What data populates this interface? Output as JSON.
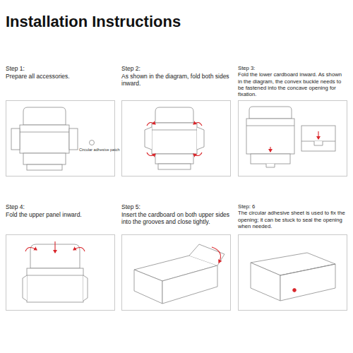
{
  "diagram": {
    "title": "Installation Instructions",
    "nodes": [
      {
        "text": [
          "Step 1:",
          "Prepare all accessories."
        ]
      },
      {
        "text": [
          "Step 2:",
          "As shown in the diagram, fold both sides inward."
        ]
      },
      {
        "text": [
          "Step 3:",
          "Fold the lower cardboard inward. As shown in the diagram, the convex buckle needs to be fastened into the concave opening for fixation."
        ]
      },
      {
        "text": [
          "Step 4:",
          "Fold the upper panel inward."
        ]
      },
      {
        "text": [
          "Step 5:",
          "Insert the cardboard on both upper sides into the grooves and close tightly."
        ]
      },
      {
        "text": [
          "Step: 6",
          "The circular adhesive sheet is used to fix the opening; it can be stuck to seal the opening when needed."
        ]
      }
    ],
    "labels": [
      "Circular adhesive patch"
    ]
  }
}
